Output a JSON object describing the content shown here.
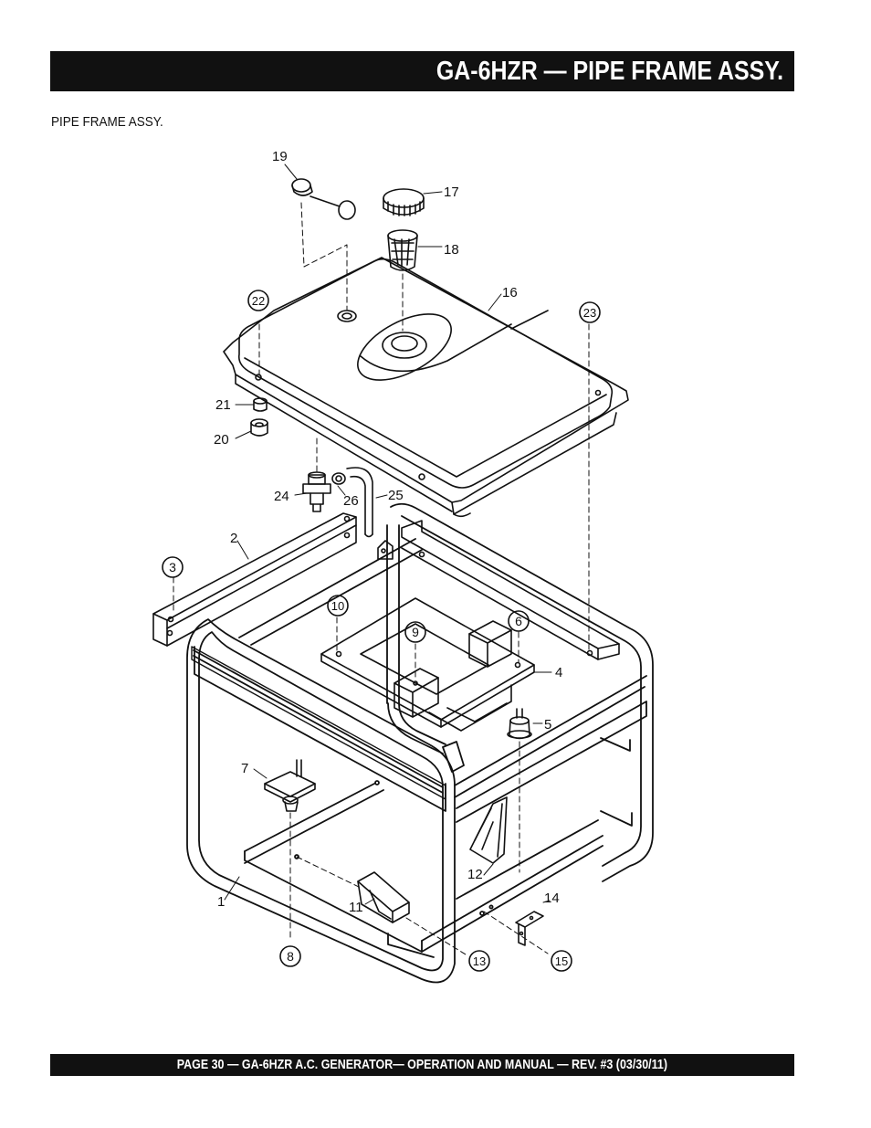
{
  "header": {
    "title": "GA-6HZR — PIPE FRAME ASSY."
  },
  "section_title": "PIPE FRAME ASSY.",
  "footer": {
    "text": "PAGE 30 — GA-6HZR A.C. GENERATOR— OPERATION AND MANUAL — REV. #3 (03/30/11)"
  },
  "callouts": {
    "c1": "1",
    "c2": "2",
    "c3": "3",
    "c4": "4",
    "c5": "5",
    "c6": "6",
    "c7": "7",
    "c8": "8",
    "c9": "9",
    "c10": "10",
    "c11": "11",
    "c12": "12",
    "c13": "13",
    "c14": "14",
    "c15": "15",
    "c16": "16",
    "c17": "17",
    "c18": "18",
    "c19": "19",
    "c20": "20",
    "c21": "21",
    "c22": "22",
    "c23": "23",
    "c24": "24",
    "c25": "25",
    "c26": "26"
  }
}
